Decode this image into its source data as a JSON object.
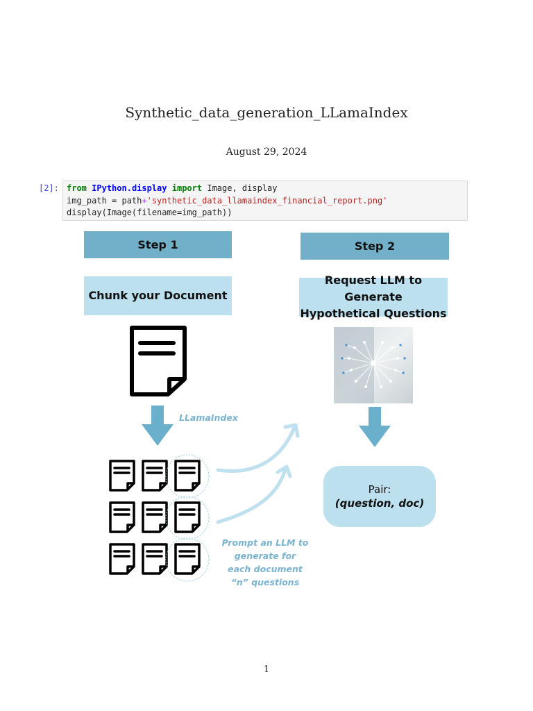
{
  "document": {
    "title": "Synthetic_data_generation_LLamaIndex",
    "date": "August 29, 2024",
    "page_number": "1"
  },
  "code_cell": {
    "prompt": "[2]:",
    "line1": {
      "kw1": "from",
      "module": "IPython.display",
      "kw2": "import",
      "rest": "Image, display"
    },
    "line2": {
      "lhs": "img_path = path",
      "op": "+",
      "string": "'synthetic_data_llamaindex_financial_report.png'"
    },
    "line3": "display(Image(filename=img_path))"
  },
  "figure": {
    "step1_label": "Step 1",
    "step2_label": "Step 2",
    "step1_title": "Chunk your Document",
    "step2_title_line1": "Request LLM to Generate",
    "step2_title_line2": "Hypothetical Questions",
    "llamaindex_label": "LLamaIndex",
    "prompt_line1": "Prompt an LLM to",
    "prompt_line2": "generate for",
    "prompt_line3": "each document",
    "prompt_line4": "“n” questions",
    "pair_label": "Pair:",
    "pair_value": "(question, doc)",
    "colors": {
      "step_fill": "#72b0ca",
      "title_fill": "#bde0ef",
      "arrow": "#6aafcc",
      "curve": "#bfe0ee"
    }
  }
}
